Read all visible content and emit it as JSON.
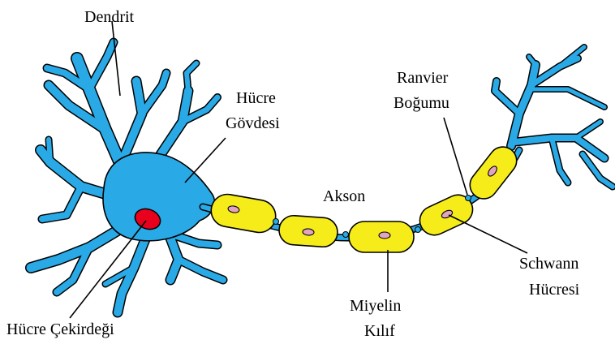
{
  "labels": {
    "dendrit": "Dendrit",
    "hucre_govdesi_1": "Hücre",
    "hucre_govdesi_2": "Gövdesi",
    "akson": "Akson",
    "ranvier_1": "Ranvier",
    "ranvier_2": "Boğumu",
    "schwann_1": "Schwann",
    "schwann_2": "Hücresi",
    "miyelin_1": "Miyelin",
    "miyelin_2": "Kılıf",
    "cekirdek": "Hücre Çekirdeği"
  },
  "colors": {
    "neuron_blue": "#29a9e6",
    "myelin_yellow": "#f5ec1a",
    "schwann_nucleus": "#e3a4c2",
    "cell_nucleus": "#e8001c",
    "outline": "#000000",
    "background": "#ffffff"
  }
}
